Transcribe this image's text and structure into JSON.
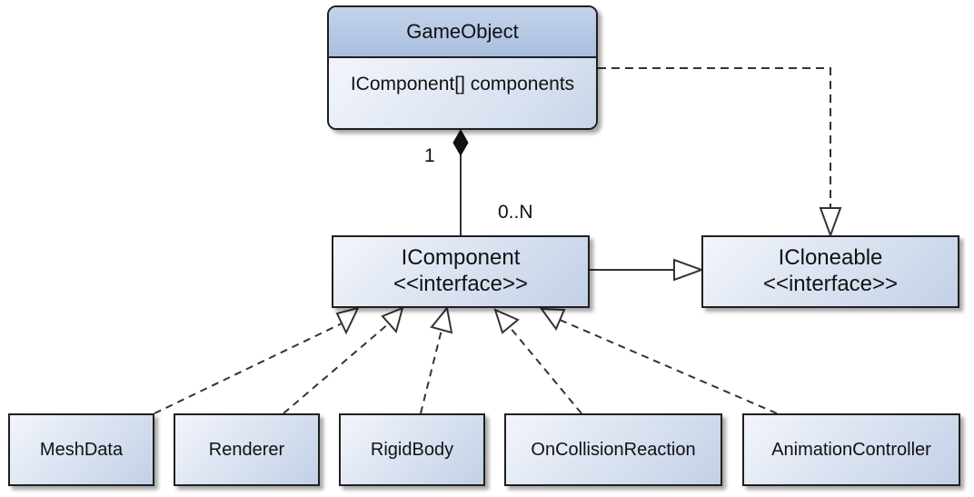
{
  "diagram": {
    "game_object": {
      "name": "GameObject",
      "attribute": "IComponent[] components"
    },
    "icomponent": {
      "name": "IComponent",
      "stereotype": "<<interface>>"
    },
    "icloneable": {
      "name": "ICloneable",
      "stereotype": "<<interface>>"
    },
    "implementations": [
      "MeshData",
      "Renderer",
      "RigidBody",
      "OnCollisionReaction",
      "AnimationController"
    ],
    "composition": {
      "source_multiplicity": "1",
      "target_multiplicity": "0..N"
    }
  }
}
